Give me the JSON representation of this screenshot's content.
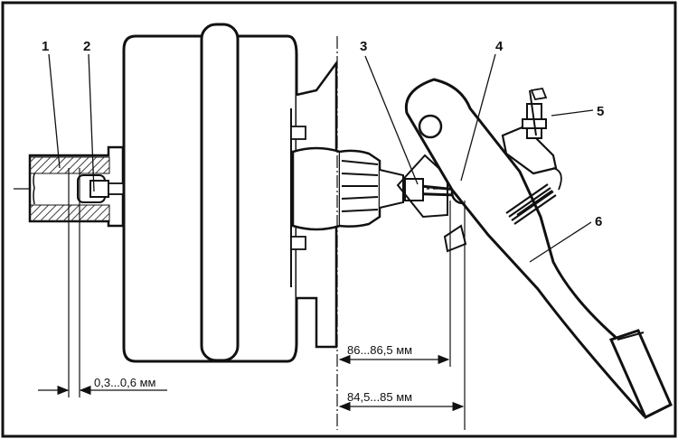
{
  "callouts": {
    "c1": "1",
    "c2": "2",
    "c3": "3",
    "c4": "4",
    "c5": "5",
    "c6": "6"
  },
  "dimensions": {
    "gap": "0,3...0,6 мм",
    "upper": "86...86,5 мм",
    "lower": "84,5...85 мм"
  },
  "colors": {
    "ink": "#111111",
    "paper": "#ffffff",
    "hatch": "#444444"
  }
}
